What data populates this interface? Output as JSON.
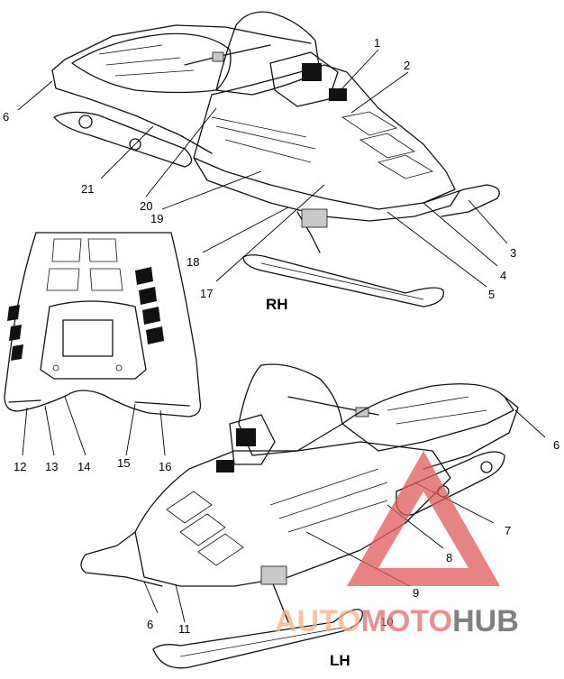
{
  "views": {
    "rh": "RH",
    "lh": "LH"
  },
  "callouts": [
    "1",
    "2",
    "3",
    "4",
    "5",
    "6",
    "17",
    "18",
    "19",
    "20",
    "21",
    "12",
    "13",
    "14",
    "15",
    "16",
    "6",
    "7",
    "8",
    "9",
    "10",
    "11",
    "6"
  ],
  "watermark": {
    "part1": "AUTO",
    "part2": "MOTO",
    "part3": "HUB",
    "colors": {
      "auto": "#f4b183",
      "moto": "#e06b6b",
      "hub": "#555555",
      "triangle": "#e05a5a"
    }
  }
}
